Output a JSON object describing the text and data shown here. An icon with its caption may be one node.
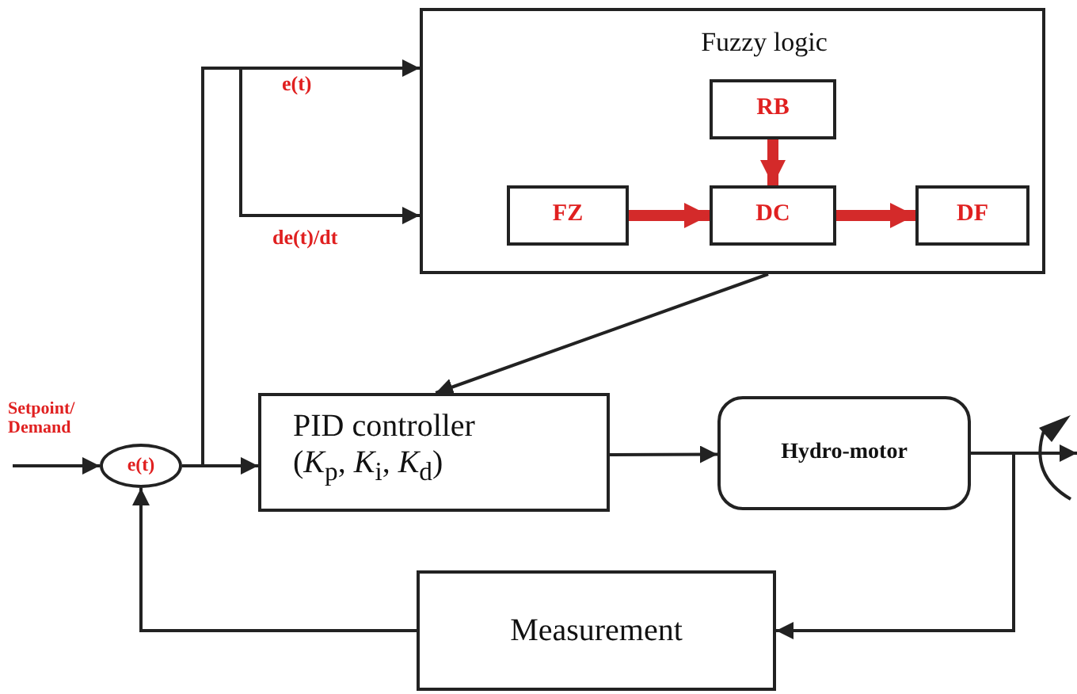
{
  "diagram": {
    "nodes": [
      {
        "text": [
          "Fuzzy logic"
        ]
      },
      {
        "text": [
          "RB"
        ],
        "in": 0
      },
      {
        "text": [
          "FZ"
        ],
        "in": 0
      },
      {
        "text": [
          "DC"
        ],
        "in": 0
      },
      {
        "text": [
          "DF"
        ],
        "in": 0
      },
      {
        "text": [
          "e(t)"
        ]
      },
      {
        "text": [
          "PID controller",
          "(*K*$_{p}$, *K*$_{i}$, *K*$_{d}$)"
        ]
      },
      {
        "text": [
          "Hydro-motor"
        ]
      },
      {
        "text": [
          "Measurement"
        ]
      }
    ],
    "edges": [
      {
        "from": null,
        "to": 5,
        "arrow": "to",
        "label": "Setpoint/ Demand"
      },
      {
        "from": 5,
        "to": 6,
        "arrow": "to"
      },
      {
        "from": 5,
        "to": 0,
        "arrow": "to",
        "label": "e(t)"
      },
      {
        "from": 5,
        "to": 0,
        "arrow": "to",
        "label": "de(t)/dt"
      },
      {
        "from": 2,
        "to": 3,
        "arrow": "to",
        "style": "thick",
        "color": "#d42a2a"
      },
      {
        "from": 1,
        "to": 3,
        "arrow": "to",
        "style": "thick",
        "color": "#d42a2a"
      },
      {
        "from": 3,
        "to": 4,
        "arrow": "to",
        "style": "thick",
        "color": "#d42a2a"
      },
      {
        "from": 0,
        "to": 6,
        "arrow": "to"
      },
      {
        "from": 6,
        "to": 7,
        "arrow": "to"
      },
      {
        "from": 7,
        "to": null,
        "arrow": "to"
      },
      {
        "from": 7,
        "to": 8,
        "arrow": "to"
      },
      {
        "from": 8,
        "to": 5,
        "arrow": "to"
      }
    ]
  }
}
